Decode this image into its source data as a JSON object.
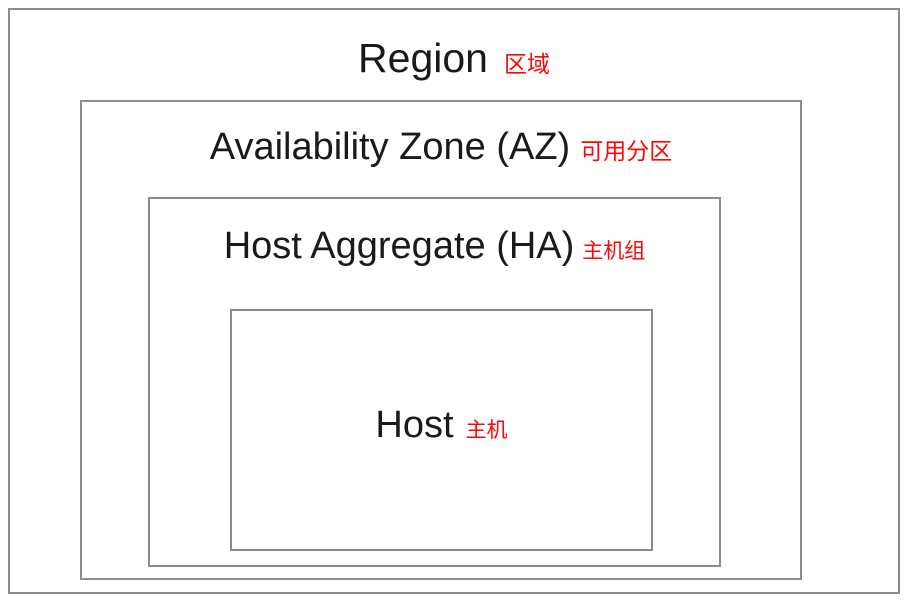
{
  "diagram": {
    "title": "OpenStack resource hierarchy nested boxes",
    "accent_color": "#fb0707",
    "border_color": "#8c8c8c",
    "background_color": "#ffffff",
    "text_color": "#1a1a1a",
    "levels": [
      {
        "key": "region",
        "label_en": "Region",
        "label_zh": "区域",
        "depth": 1
      },
      {
        "key": "availability_zone",
        "label_en": "Availability Zone (AZ)",
        "label_zh": "可用分区",
        "depth": 2
      },
      {
        "key": "host_aggregate",
        "label_en": "Host Aggregate (HA)",
        "label_zh": "主机组",
        "depth": 3
      },
      {
        "key": "host",
        "label_en": "Host",
        "label_zh": "主机",
        "depth": 4
      }
    ]
  }
}
